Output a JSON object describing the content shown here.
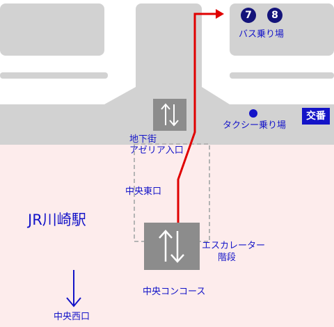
{
  "colors": {
    "road": "#d2d2d2",
    "station_area": "#fdecec",
    "building": "#d2d2d2",
    "escalator_box": "#8c8c8c",
    "route": "#e00000",
    "label_text": "#1414c8",
    "bus_badge": "#14147a"
  },
  "labels": {
    "station_name": "JR川崎駅",
    "bus_stop": "バス乗り場",
    "bus_numbers": [
      "7",
      "8"
    ],
    "taxi_stop": "タクシー乗り場",
    "police_box": "交番",
    "underground_entrance_line1": "地下街",
    "underground_entrance_line2": "アゼリア入口",
    "east_exit": "中央東口",
    "escalator_line1": "エスカレーター",
    "escalator_line2": "階段",
    "central_concourse": "中央コンコース",
    "west_exit": "中央西口"
  },
  "icons": {
    "escalator": "up-down-arrows-icon",
    "west_exit_direction": "down-arrow-icon",
    "taxi": "blue-dot-icon"
  }
}
